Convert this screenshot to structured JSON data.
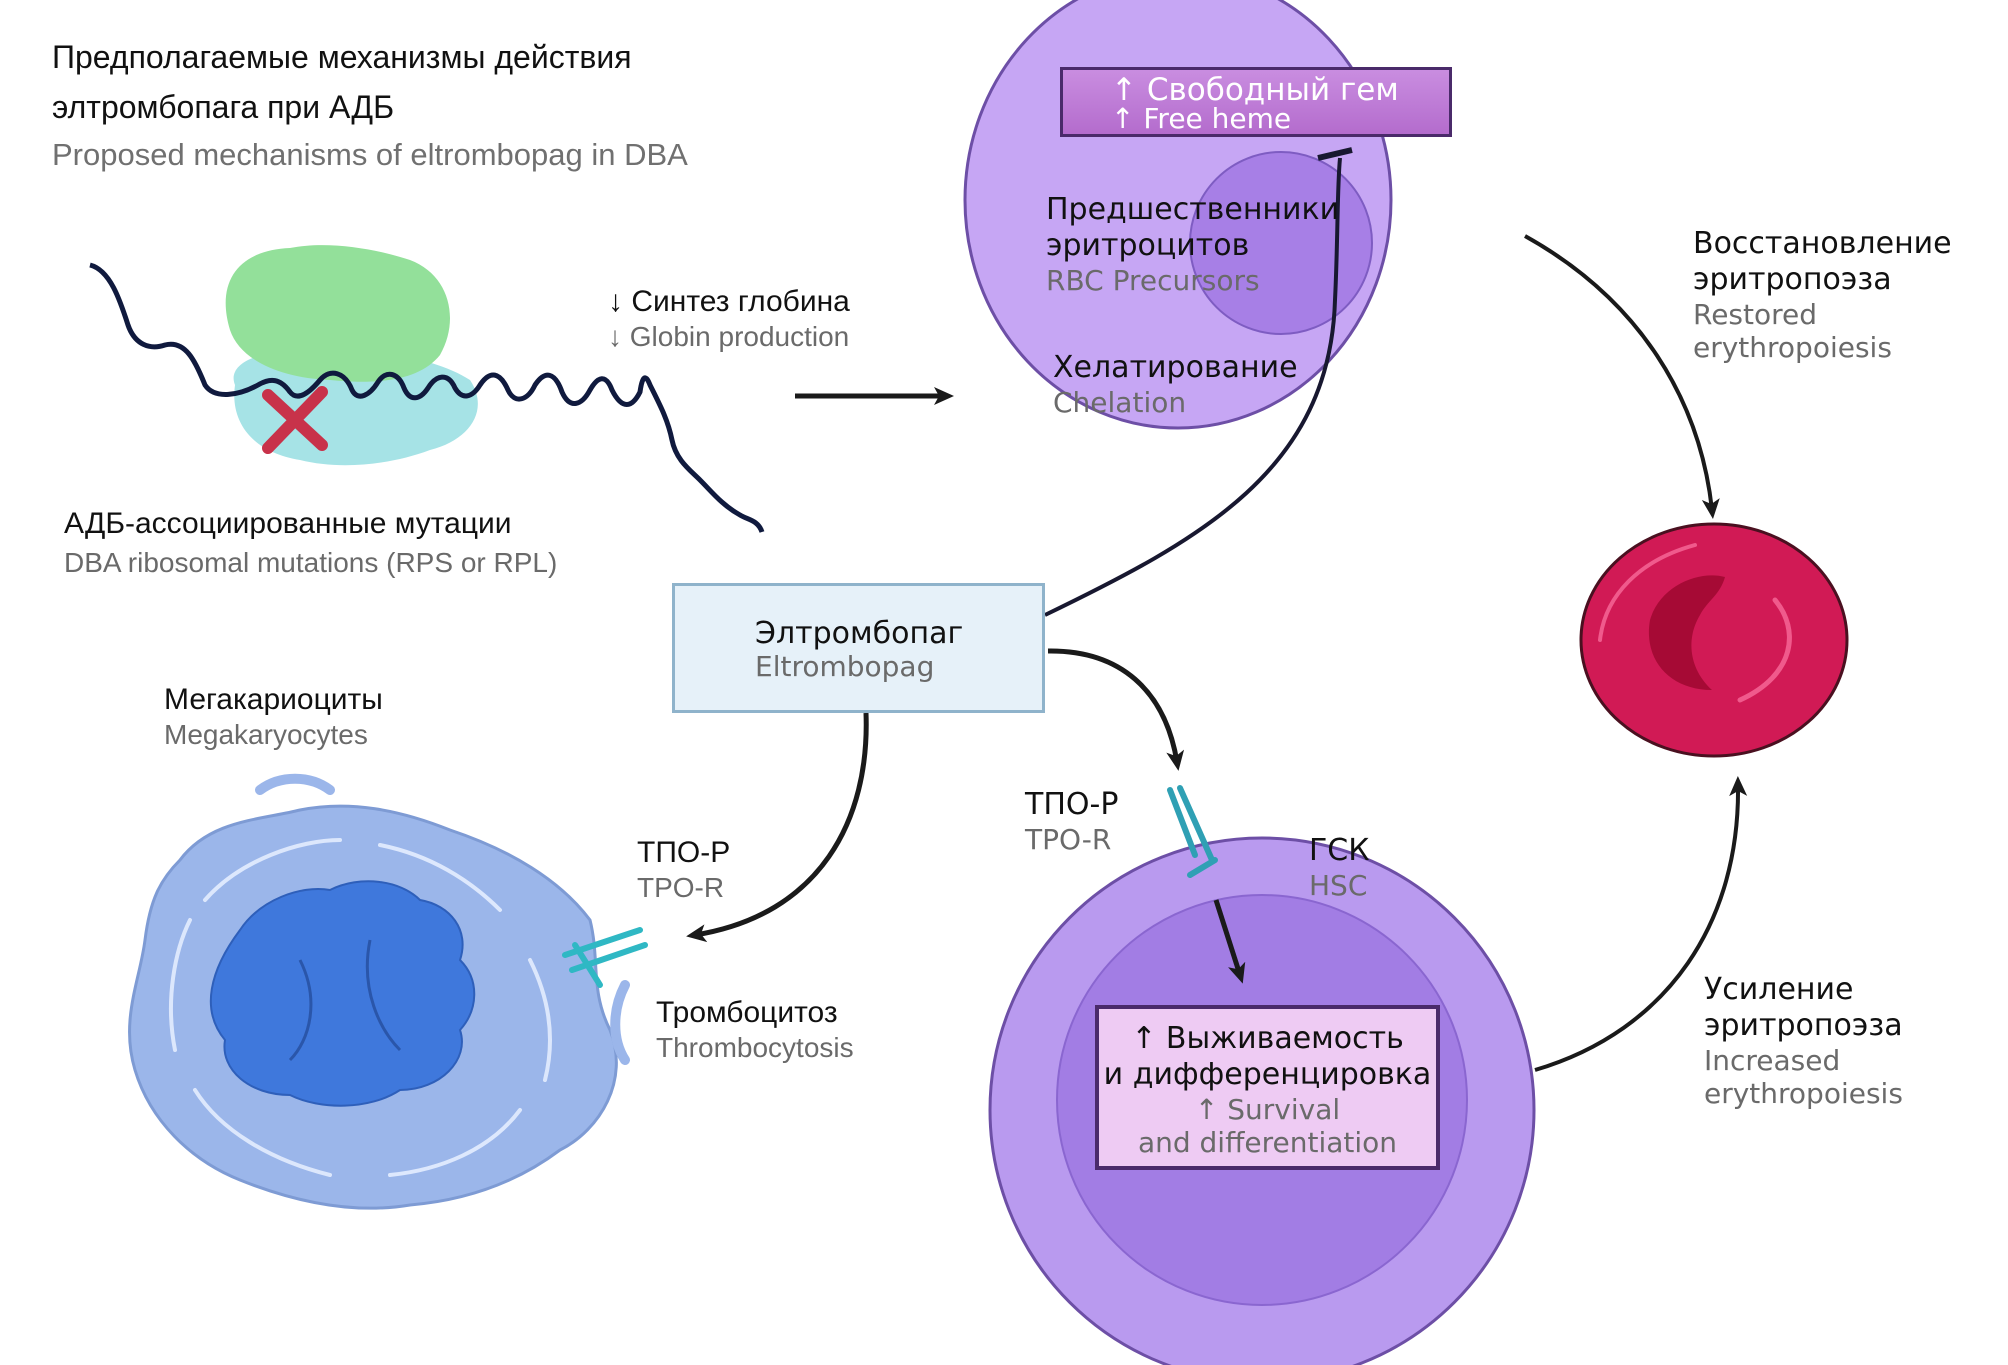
{
  "title": {
    "ru_line1": "Предполагаемые механизмы действия",
    "ru_line2": "элтромбопага при АДБ",
    "en": "Proposed mechanisms of eltrombopag in DBA"
  },
  "ribosome": {
    "globin_ru": "↓ Синтез глобина",
    "globin_en": "↓ Globin production",
    "mutations_ru": "АДБ-ассоциированные мутации",
    "mutations_en": "DBA ribosomal mutations (RPS or RPL)"
  },
  "rbc_precursor": {
    "heme_ru": "↑ Свободный гем",
    "heme_en": "↑ Free heme",
    "label_ru_1": "Предшественники",
    "label_ru_2": "эритроцитов",
    "label_en": "RBC Precursors",
    "chelation_ru": "Хелатирование",
    "chelation_en": "Chelation"
  },
  "restored": {
    "ru_1": "Восстановление",
    "ru_2": "эритропоэза",
    "en_1": "Restored",
    "en_2": "erythropoiesis"
  },
  "eltrombopag": {
    "ru": "Элтромбопаг",
    "en": "Eltrombopag"
  },
  "megakaryocyte": {
    "ru": "Мегакариоциты",
    "en": "Megakaryocytes",
    "receptor_ru": "ТПО-Р",
    "receptor_en": "TPO-R",
    "effect_ru": "Тромбоцитоз",
    "effect_en": "Thrombocytosis"
  },
  "hsc": {
    "receptor_ru": "ТПО-Р",
    "receptor_en": "TPO-R",
    "label_ru": "ГСК",
    "label_en": "HSC",
    "survival_ru_1": "↑ Выживаемость",
    "survival_ru_2": "и дифференцировка",
    "survival_en_1": "↑ Survival",
    "survival_en_2": "and differentiation"
  },
  "increased": {
    "ru_1": "Усиление",
    "ru_2": "эритропоэза",
    "en_1": "Increased",
    "en_2": "erythropoiesis"
  },
  "colors": {
    "cell_purple": "#c6a6f4",
    "nucleus_purple": "#a77fe6",
    "heme_box": "#b46ccd",
    "survival_box": "#eecbf3",
    "rbc_red": "#d11a55",
    "megakaryocyte_blue": "#9bb6ea",
    "nucleus_blue": "#3f78dc",
    "ribosome_green": "#93e09a",
    "ribosome_cyan": "#a6e3e6",
    "eltrombopag_box": "#e6f1f9"
  }
}
